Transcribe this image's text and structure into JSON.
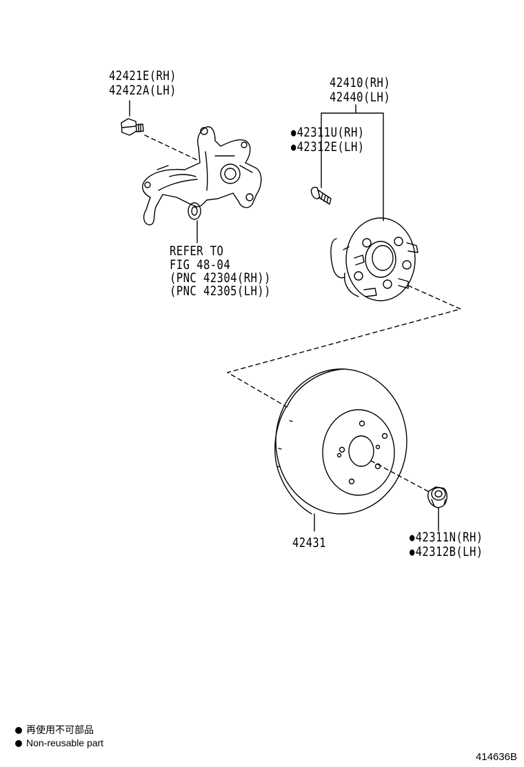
{
  "labels": {
    "knuckle_bolt_rh": "42421E(RH)",
    "knuckle_bolt_lh": "42422A(LH)",
    "hub_rh": "42410(RH)",
    "hub_lh": "42440(LH)",
    "hub_bolt_rh": "42311U(RH)",
    "hub_bolt_lh": "42312E(LH)",
    "refer_line1": "REFER TO",
    "refer_line2": "FIG 48-04",
    "refer_line3": "(PNC 42304(RH))",
    "refer_line4": "(PNC 42305(LH))",
    "disc": "42431",
    "nut_rh": "42311N(RH)",
    "nut_lh": "42312B(LH)"
  },
  "legend": {
    "line_jp": "再使用不可部品",
    "line_en": "Non-reusable part"
  },
  "figure_number": "414636B",
  "icons": {
    "non_reusable_marker": "filled-circle"
  }
}
